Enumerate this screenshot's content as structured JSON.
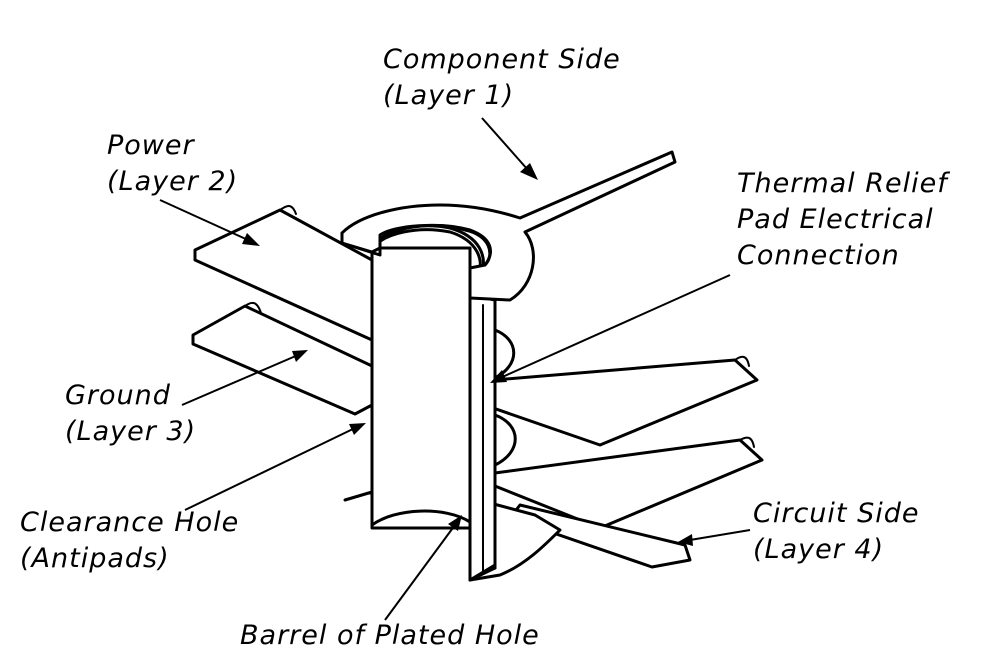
{
  "labels": {
    "component_side": {
      "line1": "Component Side",
      "line2": "(Layer 1)"
    },
    "power": {
      "line1": "Power",
      "line2": "(Layer 2)"
    },
    "thermal_relief": {
      "line1": "Thermal Relief",
      "line2": "Pad Electrical",
      "line3": "Connection"
    },
    "ground": {
      "line1": "Ground",
      "line2": "(Layer 3)"
    },
    "clearance_hole": {
      "line1": "Clearance Hole",
      "line2": "(Antipads)"
    },
    "circuit_side": {
      "line1": "Circuit Side",
      "line2": "(Layer 4)"
    },
    "barrel": {
      "line1": "Barrel of Plated Hole"
    }
  }
}
